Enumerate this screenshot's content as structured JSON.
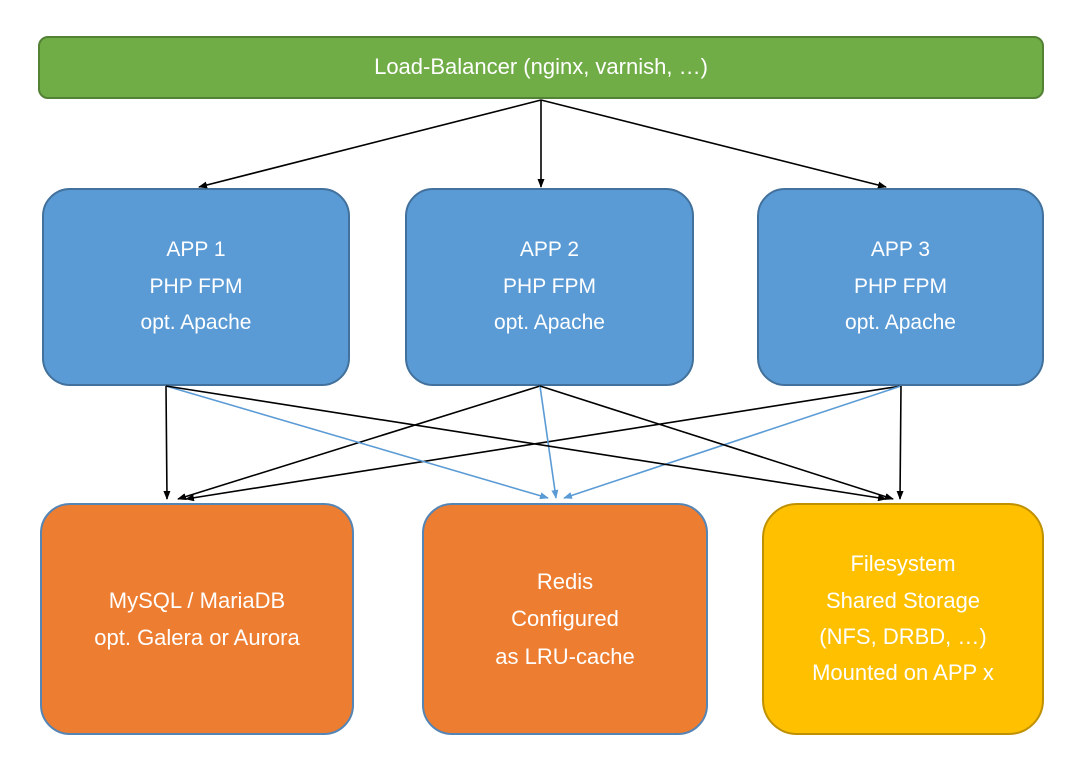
{
  "diagram": {
    "type": "architecture-flowchart",
    "background_color": "#ffffff",
    "edge_colors": {
      "default": "#000000",
      "cache": "#5B9BD5"
    },
    "nodes": [
      {
        "id": "load-balancer",
        "lines": [
          "Load-Balancer (nginx, varnish, …)"
        ],
        "fill": "#70AD47",
        "border": "#548235",
        "text_color": "#ffffff"
      },
      {
        "id": "app-1",
        "lines": [
          "APP 1",
          "PHP FPM",
          "opt. Apache"
        ],
        "fill": "#5B9BD5",
        "border": "#41719C",
        "text_color": "#ffffff"
      },
      {
        "id": "app-2",
        "lines": [
          "APP 2",
          "PHP FPM",
          "opt. Apache"
        ],
        "fill": "#5B9BD5",
        "border": "#41719C",
        "text_color": "#ffffff"
      },
      {
        "id": "app-3",
        "lines": [
          "APP 3",
          "PHP FPM",
          "opt. Apache"
        ],
        "fill": "#5B9BD5",
        "border": "#41719C",
        "text_color": "#ffffff"
      },
      {
        "id": "mysql",
        "lines": [
          "MySQL / MariaDB",
          "opt. Galera or Aurora"
        ],
        "fill": "#ED7D31",
        "border": "#5585B5",
        "text_color": "#ffffff"
      },
      {
        "id": "redis",
        "lines": [
          "Redis",
          "Configured",
          "as LRU-cache"
        ],
        "fill": "#ED7D31",
        "border": "#5585B5",
        "text_color": "#ffffff"
      },
      {
        "id": "filesystem",
        "lines": [
          "Filesystem",
          "Shared Storage",
          "(NFS, DRBD, …)",
          "Mounted on APP x"
        ],
        "fill": "#FFC000",
        "border": "#BF9000",
        "text_color": "#ffffff"
      }
    ],
    "edges": [
      {
        "from": "load-balancer",
        "to": "app-1",
        "color": "#000000"
      },
      {
        "from": "load-balancer",
        "to": "app-2",
        "color": "#000000"
      },
      {
        "from": "load-balancer",
        "to": "app-3",
        "color": "#000000"
      },
      {
        "from": "app-1",
        "to": "mysql",
        "color": "#000000"
      },
      {
        "from": "app-2",
        "to": "mysql",
        "color": "#000000"
      },
      {
        "from": "app-3",
        "to": "mysql",
        "color": "#000000"
      },
      {
        "from": "app-1",
        "to": "redis",
        "color": "#5B9BD5"
      },
      {
        "from": "app-2",
        "to": "redis",
        "color": "#5B9BD5"
      },
      {
        "from": "app-3",
        "to": "redis",
        "color": "#5B9BD5"
      },
      {
        "from": "app-1",
        "to": "filesystem",
        "color": "#000000"
      },
      {
        "from": "app-2",
        "to": "filesystem",
        "color": "#000000"
      },
      {
        "from": "app-3",
        "to": "filesystem",
        "color": "#000000"
      }
    ]
  }
}
